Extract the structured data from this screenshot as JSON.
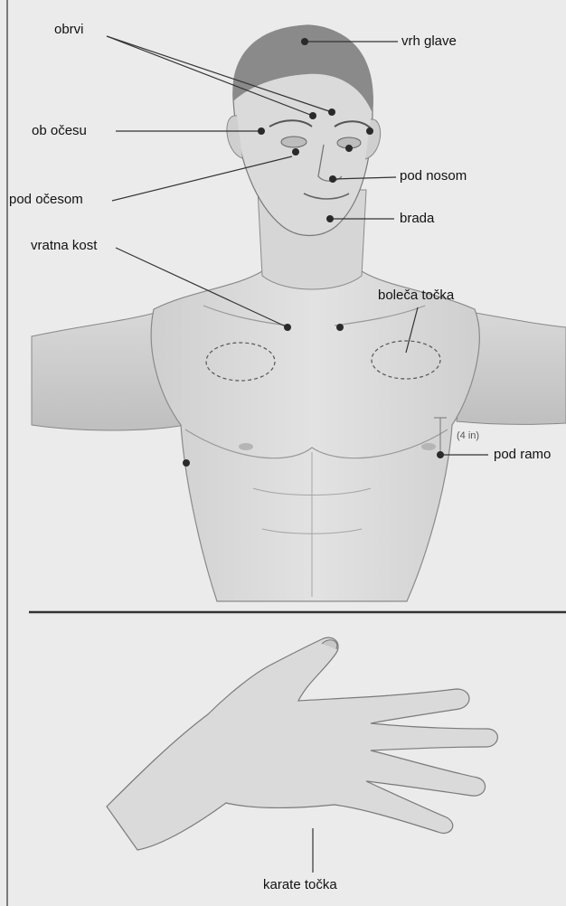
{
  "labels": {
    "obrvi": "obrvi",
    "vrh_glave": "vrh glave",
    "ob_ocesu": "ob očesu",
    "pod_ocesom": "pod očesom",
    "pod_nosom": "pod nosom",
    "brada": "brada",
    "vratna_kost": "vratna kost",
    "boleca_tocka": "boleča točka",
    "pod_ramo": "pod ramo",
    "measure": "(4 in)",
    "karate_tocka": "karate točka"
  },
  "colors": {
    "background": "#ebebeb",
    "skin": "#dcdcdc",
    "skin_shadow": "#bdbdbd",
    "hair": "#8a8a8a",
    "ink": "#333333",
    "point": "#2a2a2a"
  }
}
